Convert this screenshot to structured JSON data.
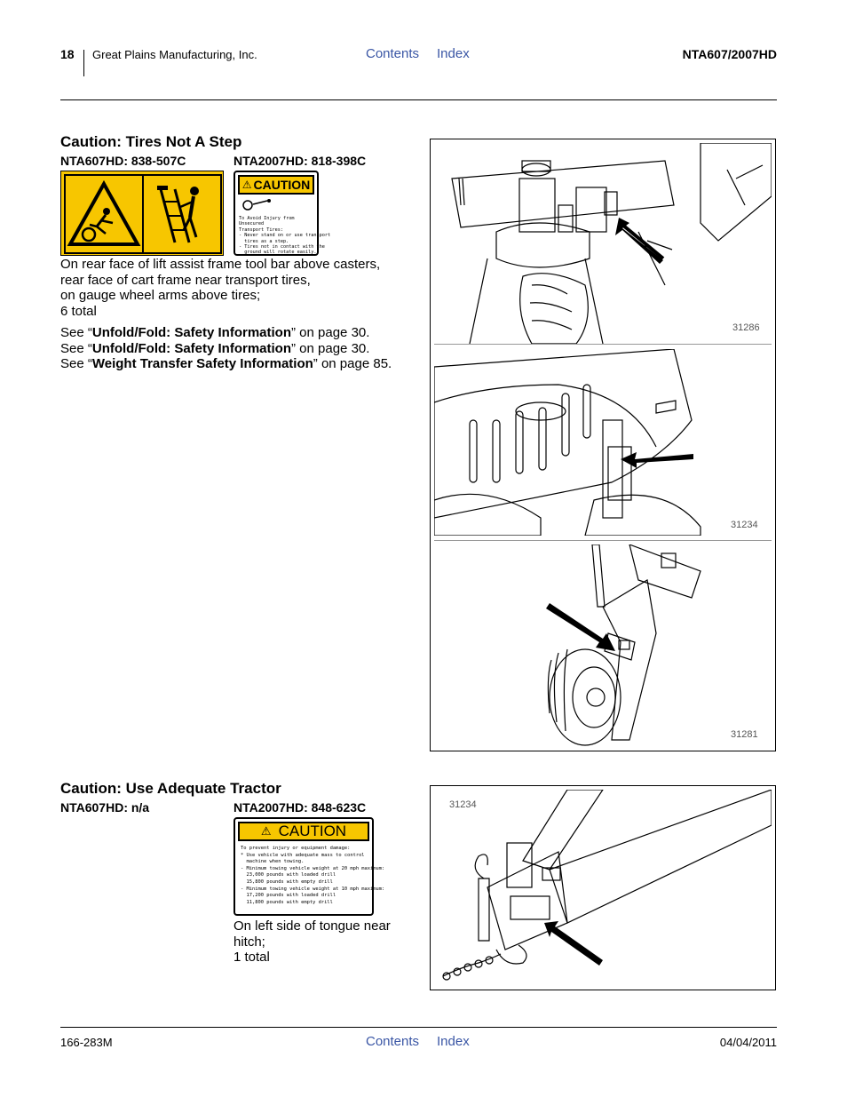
{
  "header": {
    "page_number": "18",
    "company": "Great Plains Manufacturing, Inc.",
    "contents_link": "Contents",
    "index_link": "Index",
    "model": "NTA607/2007HD"
  },
  "section1": {
    "title": "Caution: Tires Not A Step",
    "part_left": "NTA607HD: 838-507C",
    "part_right": "NTA2007HD: 818-398C",
    "decal_caution_word": "CAUTION",
    "decal_lines": [
      "To Avoid Injury from Unsecured",
      "Transport Tires:",
      "- Never stand on or use transport",
      "  tires as a step.",
      "- Tires not in contact with the",
      "  ground will rotate easily."
    ],
    "location": [
      "On rear face of lift assist frame tool bar above casters,",
      "rear face of cart frame near transport tires,",
      "on gauge wheel arms above tires;",
      "6 total"
    ],
    "refs": [
      {
        "prefix": "See “",
        "bold": "Unfold/Fold: Safety Information",
        "suffix": "” on page 30."
      },
      {
        "prefix": "See “",
        "bold": "Unfold/Fold: Safety Information",
        "suffix": "” on page 30."
      },
      {
        "prefix": "See “",
        "bold": "Weight Transfer Safety Information",
        "suffix": "” on page 85."
      }
    ],
    "figure_ids": [
      "31286",
      "31234",
      "31281"
    ]
  },
  "section2": {
    "title": "Caution: Use Adequate Tractor",
    "part_left": "NTA607HD: n/a",
    "part_right": "NTA2007HD: 848-623C",
    "decal_caution_word": "CAUTION",
    "decal_lines": [
      "To prevent injury or equipment damage:",
      "* Use vehicle with adequate mass to control",
      "  machine when towing.",
      "- Minimum towing vehicle weight at 20 mph maximum:",
      "  23,000 pounds with loaded drill",
      "  15,800 pounds with empty drill",
      "- Minimum towing vehicle weight at 10 mph maximum:",
      "  17,200 pounds with loaded drill",
      "  11,800 pounds with empty drill"
    ],
    "location": [
      "On left side of tongue near",
      "hitch;",
      "1 total"
    ],
    "figure_id": "31234"
  },
  "footer": {
    "doc_number": "166-283M",
    "contents_link": "Contents",
    "index_link": "Index",
    "date": "04/04/2011"
  },
  "colors": {
    "link": "#3a56a5",
    "decal_yellow": "#f7c600"
  }
}
